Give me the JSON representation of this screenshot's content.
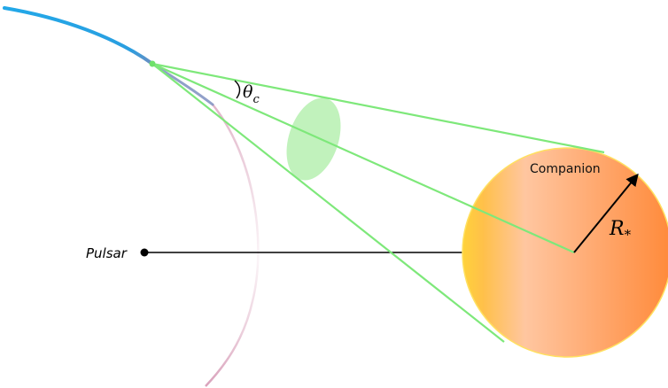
{
  "labels": {
    "pulsar": "Pulsar",
    "companion": "Companion",
    "theta_c": "θ",
    "theta_c_sub": "c",
    "radius": "R",
    "radius_sub": "*"
  },
  "colors": {
    "orbit_blue": "#22a8e8",
    "orbit_pink": "#c97a9e",
    "cone_line": "#7ee87a",
    "emission_blob": "#b6f0b0",
    "companion_left": "#ffd23a",
    "companion_mid": "#ffc6a0",
    "companion_right": "#ff8a3a",
    "axis_line": "#000000"
  },
  "icons": {
    "radius_arrow": "arrow-up-right-icon",
    "pulsar_marker": "dot-icon"
  }
}
